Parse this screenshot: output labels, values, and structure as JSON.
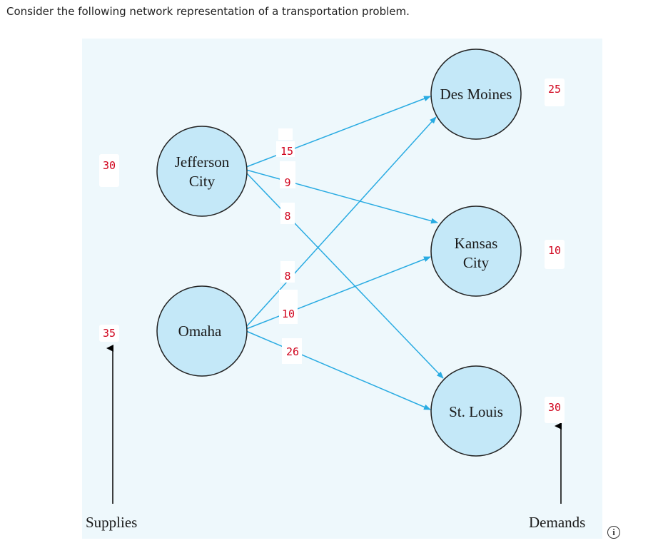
{
  "question": "Consider the following network representation of a transportation problem.",
  "nodes": {
    "jefferson": [
      "Jefferson",
      "City"
    ],
    "omaha": [
      "Omaha"
    ],
    "des_moines": [
      "Des Moines"
    ],
    "kansas": [
      "Kansas",
      "City"
    ],
    "st_louis": [
      "St. Louis"
    ]
  },
  "costs": {
    "jc_dm": "15",
    "jc_kc": "9",
    "jc_sl": "8",
    "om_dm": "8",
    "om_kc": "10",
    "om_sl": "26"
  },
  "supplies": {
    "jefferson": "30",
    "omaha": "35"
  },
  "demands": {
    "des_moines": "25",
    "kansas": "10",
    "st_louis": "30"
  },
  "labels": {
    "supplies": "Supplies",
    "demands": "Demands"
  },
  "info_icon": {
    "icon": "info-icon",
    "glyph": "i"
  },
  "colors": {
    "arc": "#29abe2",
    "node_fill": "#c4e8f8",
    "value": "#d0021b",
    "background": "#eef8fc"
  }
}
